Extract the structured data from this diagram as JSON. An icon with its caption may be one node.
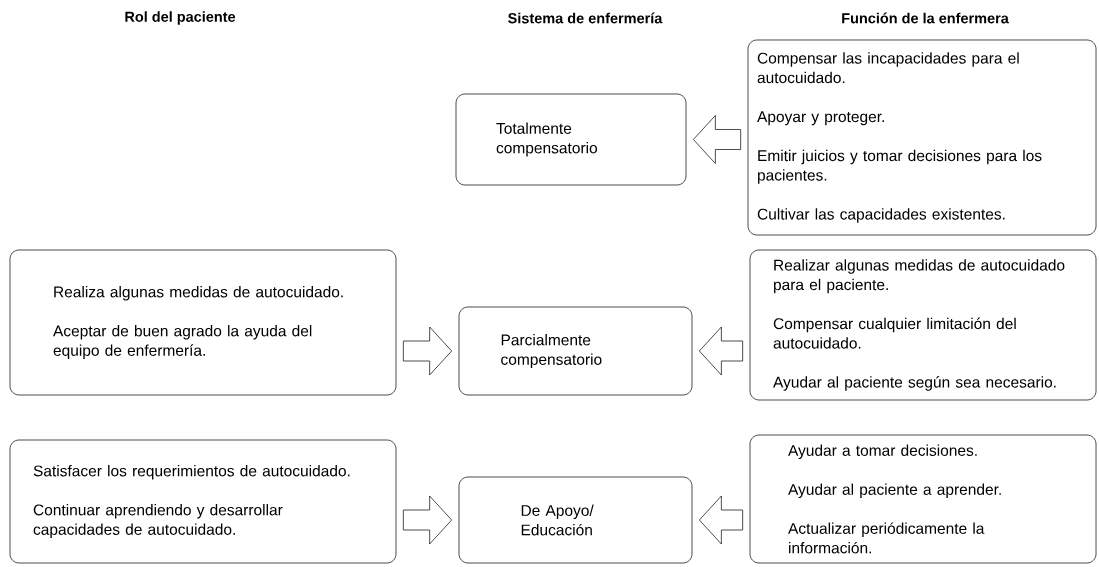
{
  "diagram": {
    "nodes": [
      {
        "text": [
          "Totalmente compensatorio"
        ]
      },
      {
        "text": [
          "Compensar las incapacidades para el autocuidado.",
          "Apoyar y proteger.",
          "Emitir juicios y tomar decisiones para los pacientes.",
          "Cultivar las capacidades existentes."
        ]
      },
      {
        "text": [
          "Realiza algunas medidas de autocuidado.",
          "Aceptar de buen agrado la ayuda del equipo de enfermería."
        ]
      },
      {
        "text": [
          "Parcialmente compensatorio"
        ]
      },
      {
        "text": [
          "Realizar algunas medidas de autocuidado para el paciente.",
          "Compensar cualquier limitación del autocuidado.",
          "Ayudar al paciente según sea necesario."
        ]
      },
      {
        "text": [
          "Satisfacer los requerimientos de autocuidado.",
          "Continuar aprendiendo y desarrollar capacidades de autocuidado."
        ]
      },
      {
        "text": [
          "De Apoyo/ Educación"
        ]
      },
      {
        "text": [
          "Ayudar a tomar decisiones.",
          "Ayudar al paciente a aprender.",
          "Actualizar periódicamente la información."
        ]
      }
    ],
    "edges": [
      {
        "from": 1,
        "to": 0,
        "arrow": "to"
      },
      {
        "from": 2,
        "to": 3,
        "arrow": "to"
      },
      {
        "from": 4,
        "to": 3,
        "arrow": "to"
      },
      {
        "from": 5,
        "to": 6,
        "arrow": "to"
      },
      {
        "from": 7,
        "to": 6,
        "arrow": "to"
      }
    ],
    "labels": [
      "Rol del paciente",
      "Sistema de enfermería",
      "Función de la enfermera"
    ]
  }
}
